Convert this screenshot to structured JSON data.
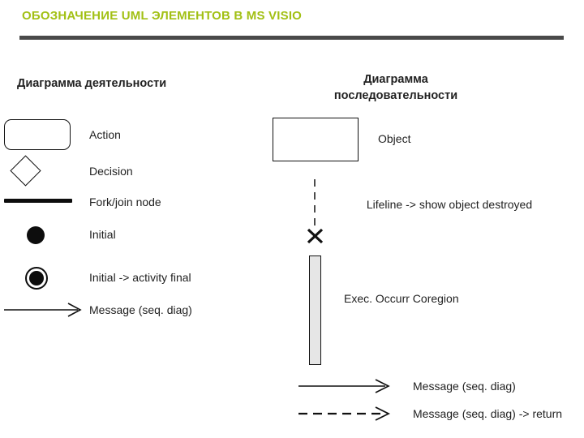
{
  "slide": {
    "title": "ОБОЗНАЧЕНИЕ UML ЭЛЕМЕНТОВ В MS VISIO",
    "title_color": "#a2c014",
    "rule_color": "#4a4a4a",
    "background": "#ffffff",
    "ink_color": "#111111"
  },
  "columns": {
    "activity": {
      "heading": "Диаграмма деятельности",
      "items": [
        {
          "icon": "rounded-rectangle-icon",
          "label": "Action"
        },
        {
          "icon": "diamond-icon",
          "label": "Decision"
        },
        {
          "icon": "thick-bar-icon",
          "label": "Fork/join node"
        },
        {
          "icon": "filled-circle-icon",
          "label": "Initial"
        },
        {
          "icon": "circle-with-ring-icon",
          "label": "Initial -> activity final"
        },
        {
          "icon": "solid-arrow-icon",
          "label": "Message (seq. diag)"
        }
      ]
    },
    "sequence": {
      "heading_line1": "Диаграмма",
      "heading_line2": "последовательности",
      "items": [
        {
          "icon": "rectangle-icon",
          "label": "Object"
        },
        {
          "icon": "dashed-lifeline-x-icon",
          "label": "Lifeline ->  show object destroyed"
        },
        {
          "icon": "execution-bar-icon",
          "label": "Exec. Occurr Coregion",
          "fill": "#e6e6e6"
        },
        {
          "icon": "solid-arrow-icon",
          "label": "Message (seq. diag)"
        },
        {
          "icon": "dashed-arrow-icon",
          "label": "Message (seq. diag) -> return"
        }
      ]
    }
  }
}
